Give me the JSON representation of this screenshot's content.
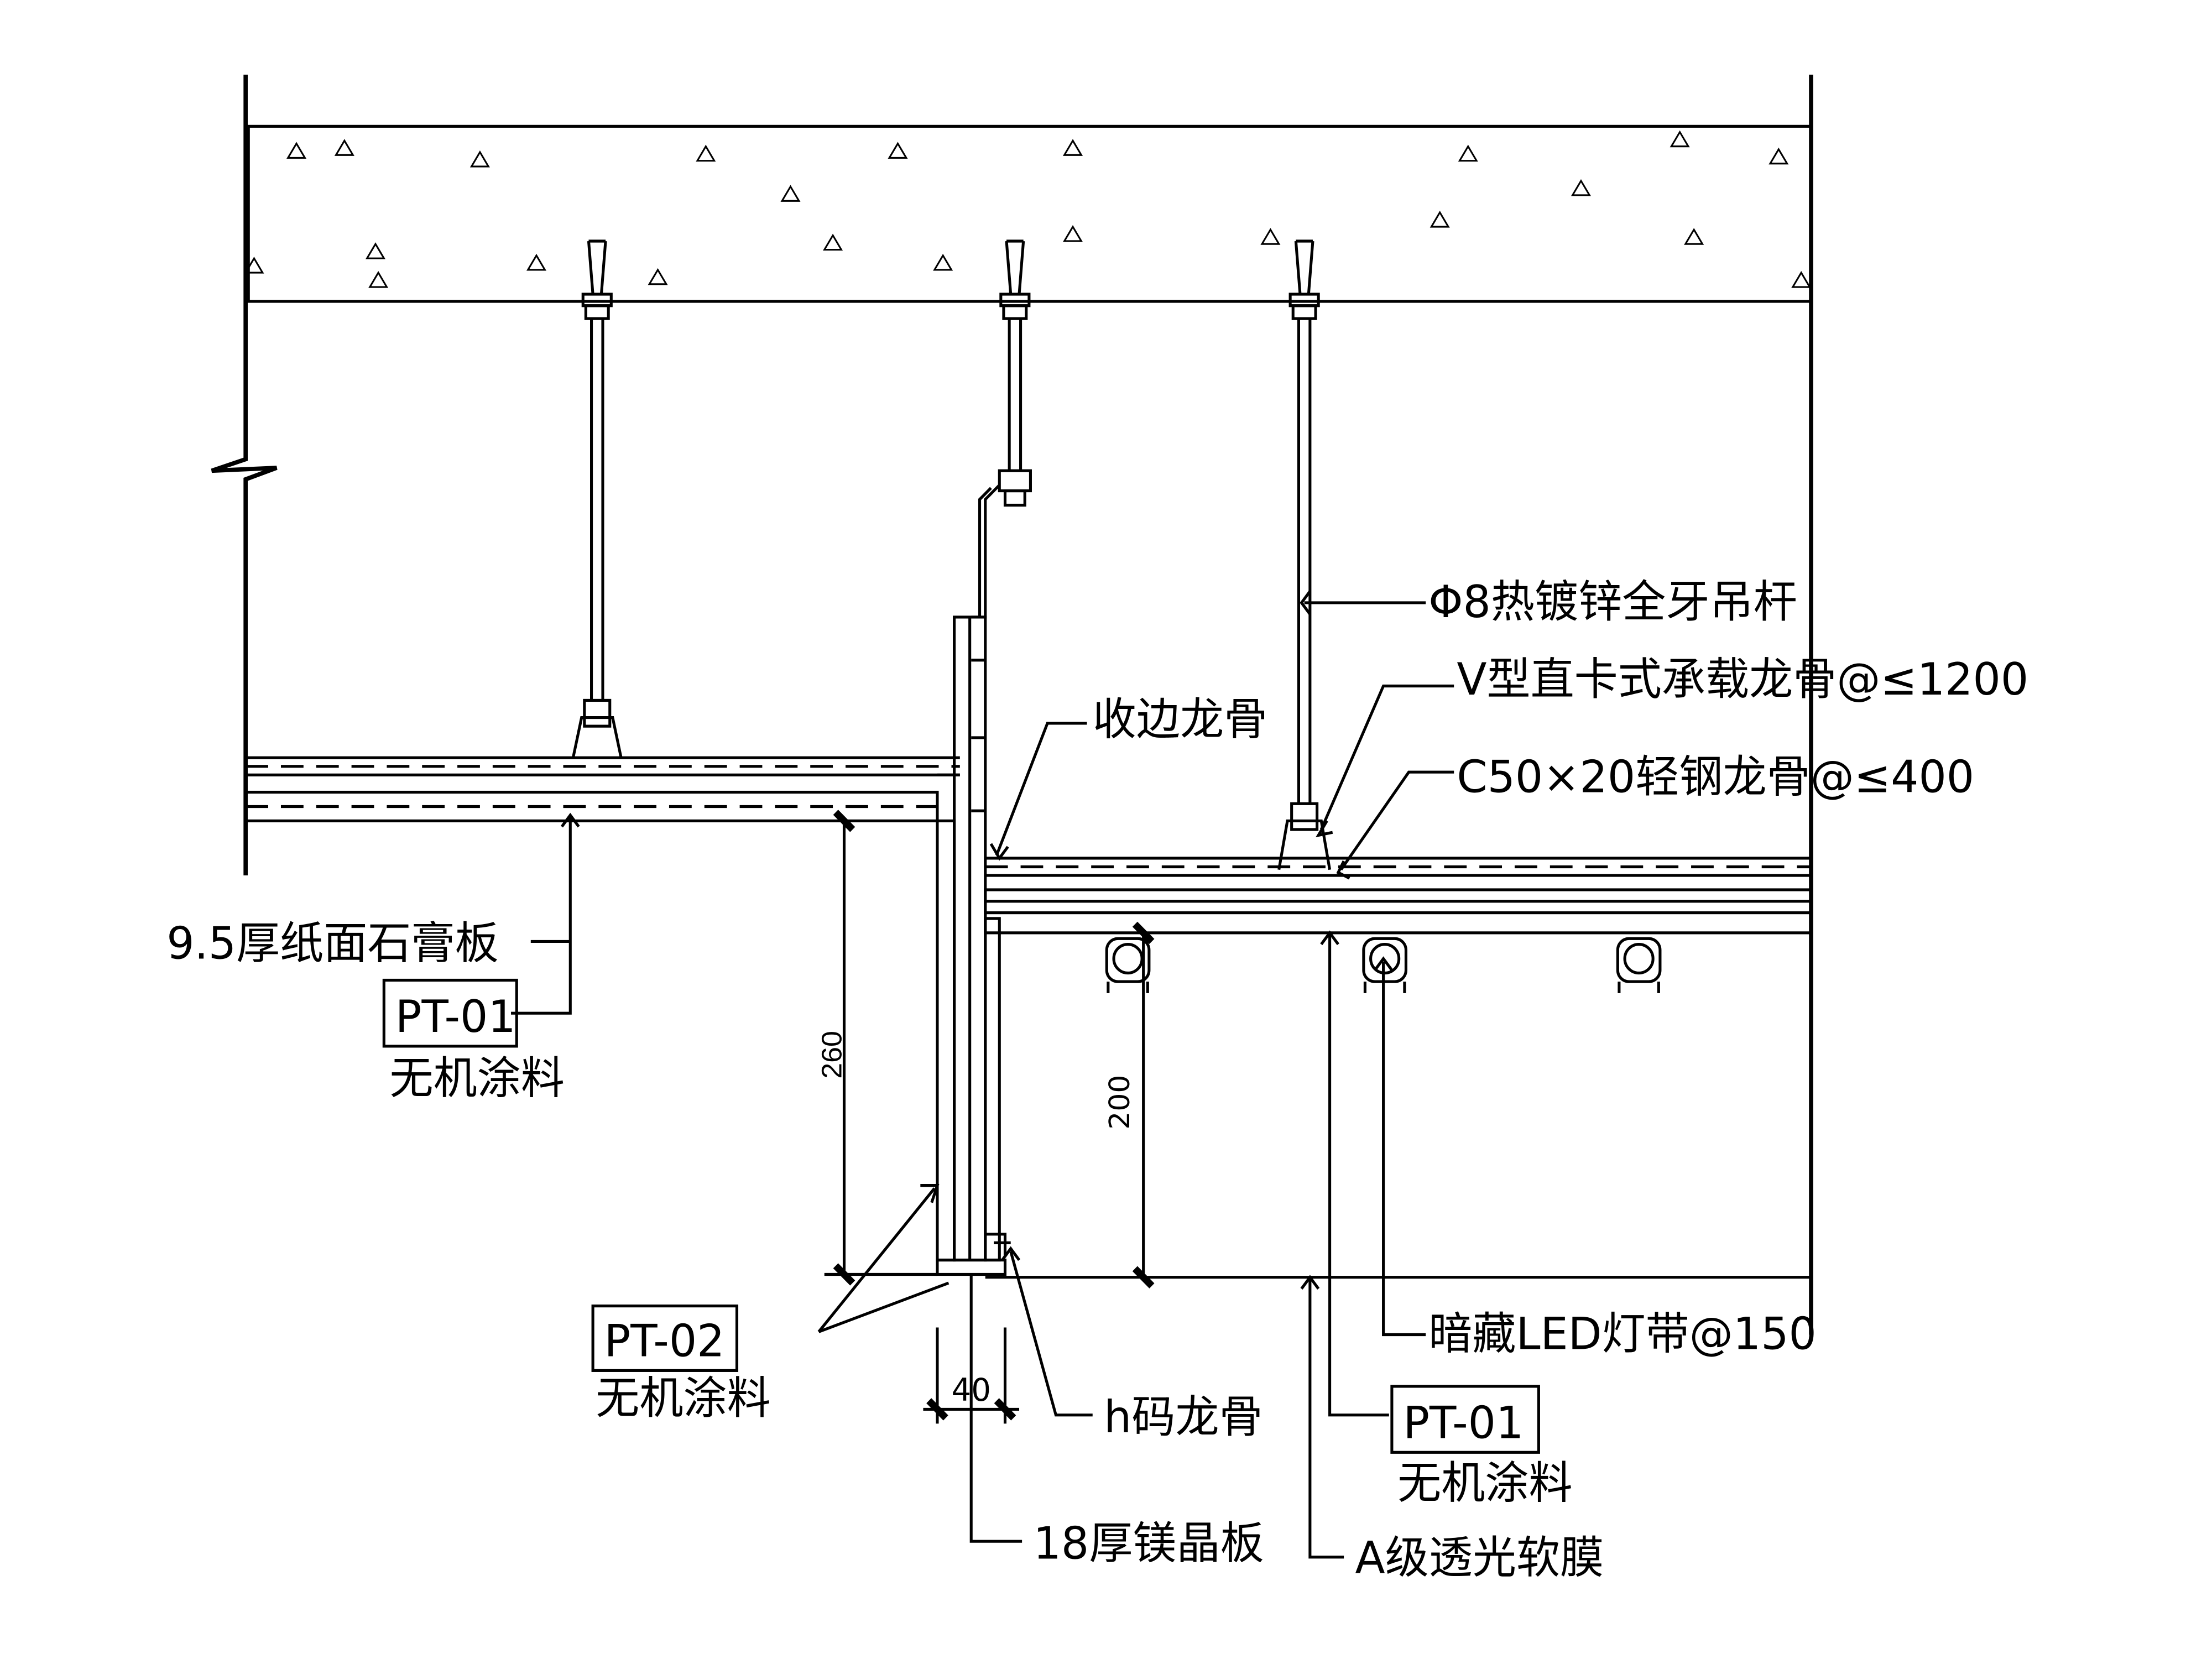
{
  "labels": {
    "hanger_rod": "Φ8热镀锌全牙吊杆",
    "v_main_runner": "V型直卡式承载龙骨@≤1200",
    "c_stud": "C50×20轻钢龙骨@≤400",
    "edge_trim": "收边龙骨",
    "gypsum_board": "9.5厚纸面石膏板",
    "pt01_left_code": "PT-01",
    "pt01_left_desc": "无机涂料",
    "pt02_code": "PT-02",
    "pt02_desc": "无机涂料",
    "h_runner": "h码龙骨",
    "mgo_board": "18厚镁晶板",
    "led_strip": "暗藏LED灯带@150",
    "pt01_right_code": "PT-01",
    "pt01_right_desc": "无机涂料",
    "soft_film": "A级透光软膜"
  },
  "dimensions": {
    "drop_height": "260",
    "cavity_height": "200",
    "board_width": "40"
  }
}
